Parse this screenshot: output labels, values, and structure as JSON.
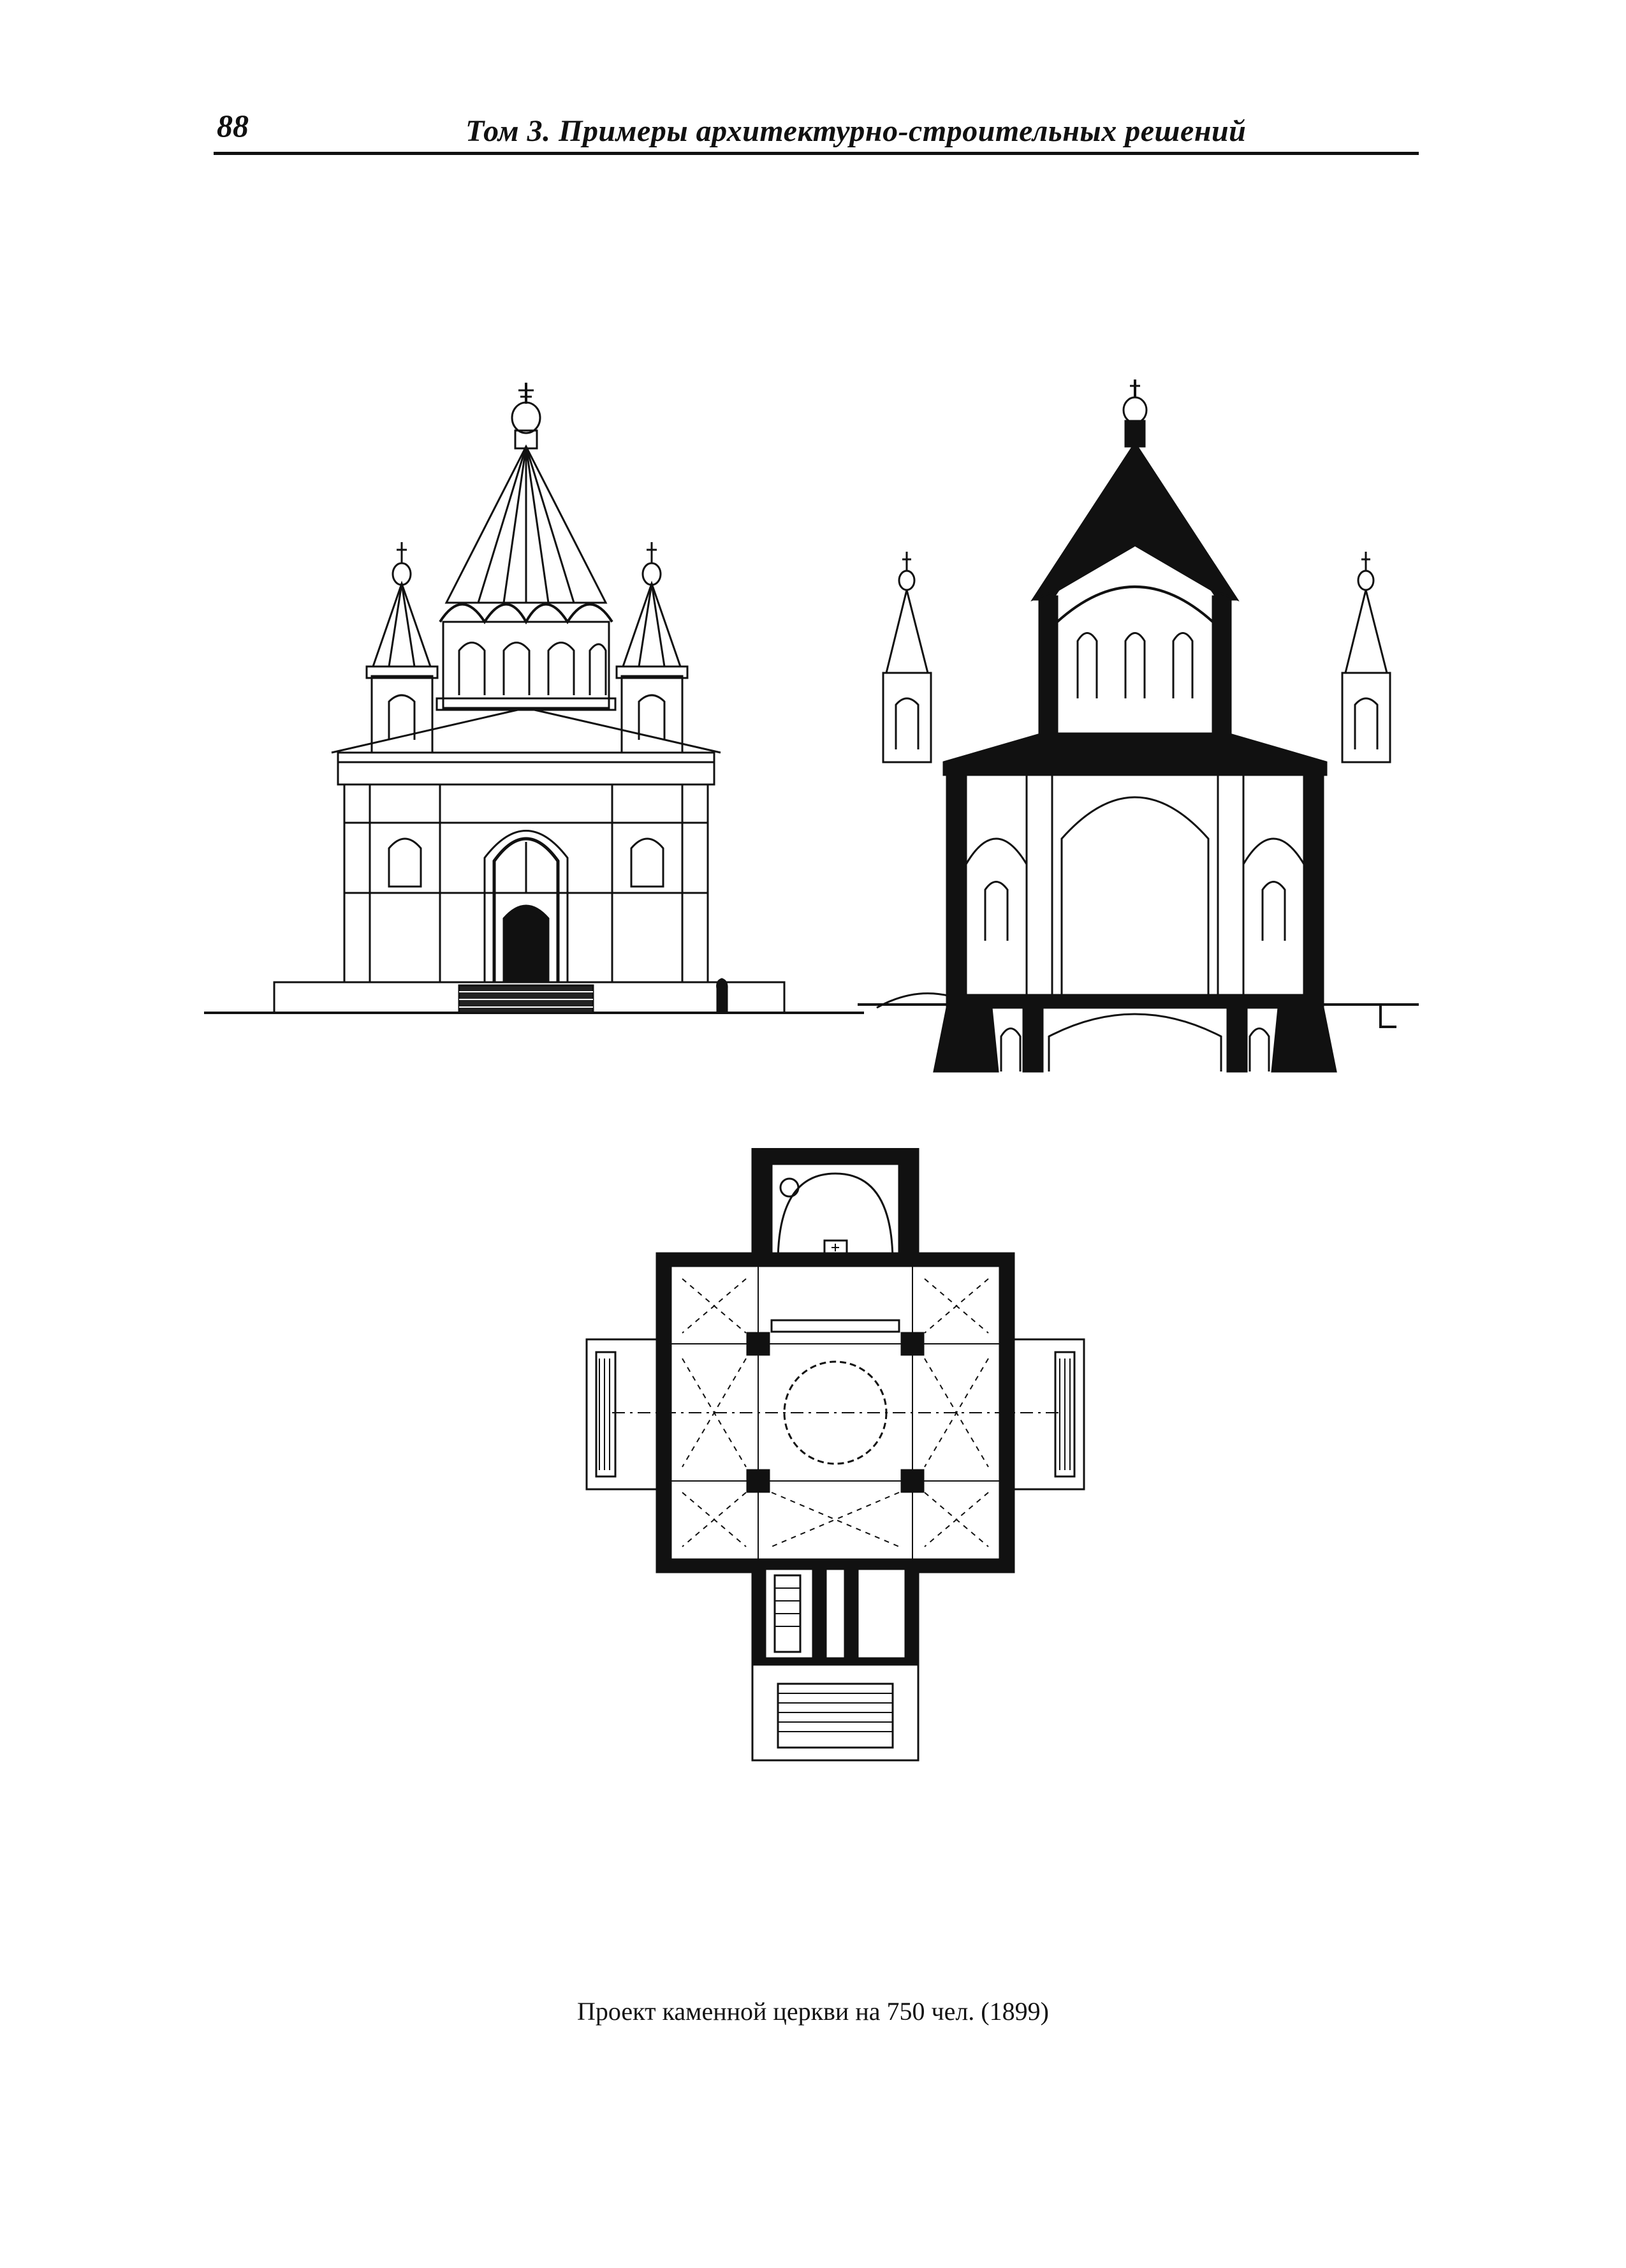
{
  "header": {
    "page_number": "88",
    "title": "Том 3. Примеры архитектурно-строительных решений"
  },
  "figures": {
    "facade": "facade-drawing",
    "section": "section-drawing",
    "plan": "floor-plan-drawing"
  },
  "caption": "Проект каменной церкви на 750 чел. (1899)"
}
